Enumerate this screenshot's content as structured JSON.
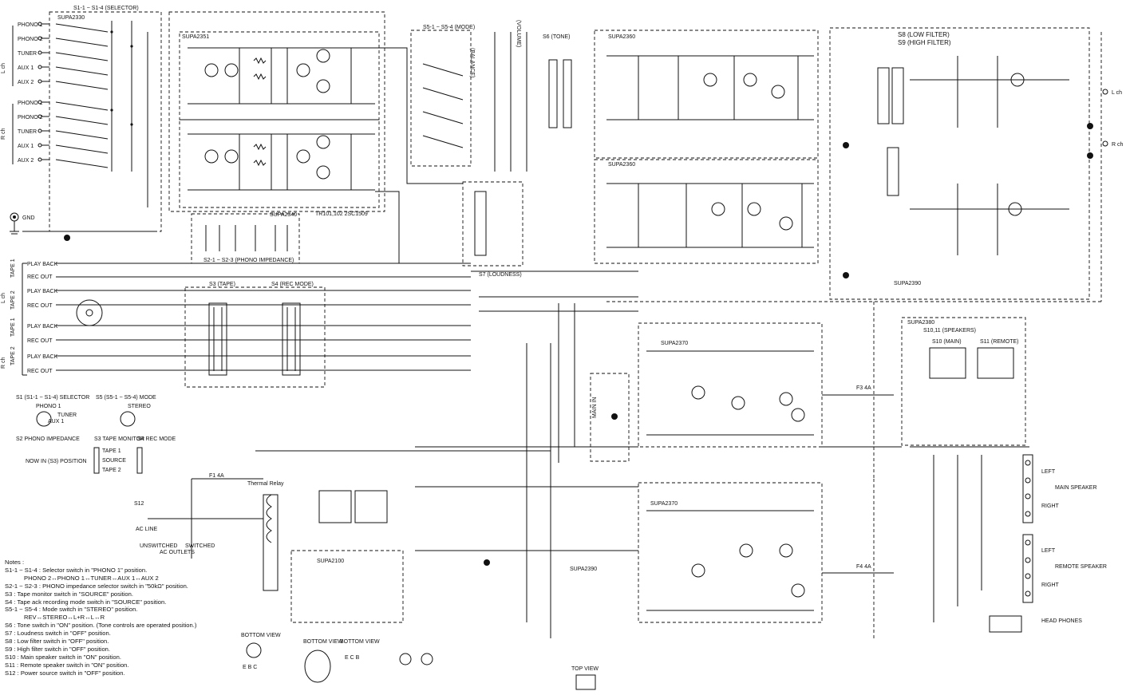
{
  "selector": {
    "title": "S1-1 ~ S1-4 (SELECTOR)",
    "board": "SUPA2330",
    "lch_label": "L ch",
    "rch_label": "R ch",
    "inputs_l": [
      "PHONO 1",
      "PHONO 2",
      "TUNER",
      "AUX 1",
      "AUX 2"
    ],
    "inputs_r": [
      "PHONO 1",
      "PHONO 2",
      "TUNER",
      "AUX 1",
      "AUX 2"
    ],
    "gnd": "GND"
  },
  "phono_amp": {
    "board": "SUPA2351",
    "transistor_note": "TR101,102 2SC1509",
    "impedance_board": "SUPA2340",
    "impedance_title": "S2-1 ~ S2-3 (PHONO IMPEDANCE)"
  },
  "tape": {
    "tape1": "TAPE 1",
    "tape2": "TAPE 2",
    "play_back": "PLAY BACK",
    "rec_out": "REC OUT",
    "s3_title": "S3 (TAPE)",
    "s4_title": "S4 (REC MODE)"
  },
  "mode": {
    "title": "S5-1 ~ S5-4 (MODE)",
    "balance": "(BALANCE)",
    "volume": "(VOLUME)",
    "loudness": "S7 (LOUDNESS)"
  },
  "tone": {
    "title": "S6 (TONE)",
    "board_top": "SUPA2360",
    "board_bottom": "SUPA2360"
  },
  "filter": {
    "low": "S8 (LOW FILTER)",
    "high": "S9 (HIGH FILTER)",
    "board": "SUPA2390",
    "lch": "L ch",
    "rch": "R ch"
  },
  "power_amp": {
    "board_top": "SUPA2370",
    "board_bottom": "SUPA2370",
    "board_side": "SUPA2390",
    "main_in": "MAIN IN",
    "fuse": "F3 4A",
    "fuse2": "F4 4A"
  },
  "speakers": {
    "board": "SUPA2380",
    "title": "S10,11 (SPEAKERS)",
    "main": "S10 (MAIN)",
    "remote": "S11 (REMOTE)",
    "main_label": "MAIN SPEAKER",
    "remote_label": "REMOTE SPEAKER",
    "left": "LEFT",
    "right": "RIGHT",
    "headphones": "HEAD PHONES"
  },
  "power_supply": {
    "board": "SUPA2100",
    "fuse": "F1 4A",
    "ac_line": "AC LINE",
    "s12": "S12",
    "unswitched": "UNSWITCHED",
    "switched": "SWITCHED",
    "outlets": "AC OUTLETS",
    "relay": "Thermal Relay"
  },
  "legend": {
    "s1_label": "S1 (S1-1 ~ S1-4) SELECTOR",
    "s5_label": "S5 (S5-1 ~ S5-4) MODE",
    "phono1": "PHONO 1",
    "tuner": "TUNER",
    "aux1": "AUX 1",
    "stereo": "STEREO",
    "s2_label": "S2 PHONO IMPEDANCE",
    "s3_label": "S3 TAPE MONITOR",
    "s4_label": "S4 REC MODE",
    "now_in": "NOW IN (S3) POSITION",
    "tape1": "TAPE 1",
    "source": "SOURCE",
    "tape2": "TAPE 2"
  },
  "notes": {
    "heading": "Notes :",
    "lines": [
      "S1-1 ~ S1-4 : Selector switch in \"PHONO 1\" position.",
      "PHONO 2↔PHONO 1↔TUNER↔AUX 1↔AUX 2",
      "S2-1 ~ S2-3 : PHONO impedance selector switch in \"50kΩ\" position.",
      "S3 : Tape monitor switch in \"SOURCE\" position.",
      "S4 : Tape ack recording mode switch in \"SOURCE\" position.",
      "S5-1 ~ S5-4 : Mode switch in \"STEREO\" position.",
      "REV↔STEREO↔L+R↔L↔R",
      "S6 : Tone switch in \"ON\" position. (Tone controls are operated position.)",
      "S7 : Loudness switch in \"OFF\" position.",
      "S8 : Low filter switch in \"OFF\" position.",
      "S9 : High filter switch in \"OFF\" position.",
      "S10 : Main speaker switch in \"ON\" position.",
      "S11 : Remote speaker switch in \"ON\" position.",
      "S12 : Power source switch in \"OFF\" position."
    ]
  },
  "bottom": {
    "bottom_view": "BOTTOM VIEW",
    "top_view": "TOP VIEW",
    "ebc": "E B C",
    "ecb": "E C B"
  }
}
